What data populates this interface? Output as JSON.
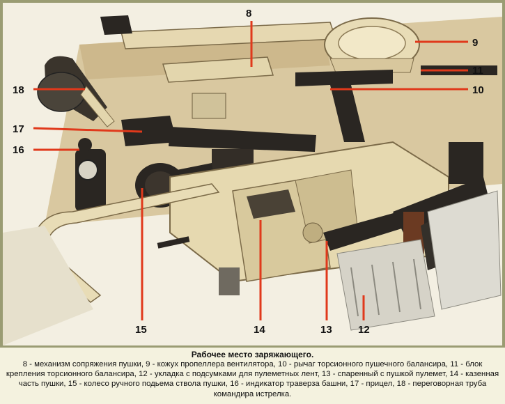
{
  "callouts": [
    {
      "num": "8"
    },
    {
      "num": "9"
    },
    {
      "num": "10"
    },
    {
      "num": "11"
    },
    {
      "num": "12"
    },
    {
      "num": "13"
    },
    {
      "num": "14"
    },
    {
      "num": "15"
    },
    {
      "num": "16"
    },
    {
      "num": "17"
    },
    {
      "num": "18"
    }
  ],
  "caption": {
    "title": "Рабочее место заряжающего.",
    "body": "8 - механизм сопряжения пушки, 9 - кожух пропеллера вентилятора, 10 - рычаг торсионного пушечного балансира, 11 - блок крепления торсионного балансира, 12 - укладка с подсумками для пулеметных лент, 13 - спаренный с пушкой пулемет, 14 - казенная часть пушки, 15 - колесо ручного подьема ствола пушки, 16 - индикатор траверза башни, 17 - прицел, 18 - переговорная труба командира истрелка."
  },
  "colors": {
    "frame": "#9a9c73",
    "caption_bg": "#f4f2df",
    "callout_line": "#e0391b",
    "metal_dark": "#2a2622",
    "beige": "#e3d6ad"
  }
}
